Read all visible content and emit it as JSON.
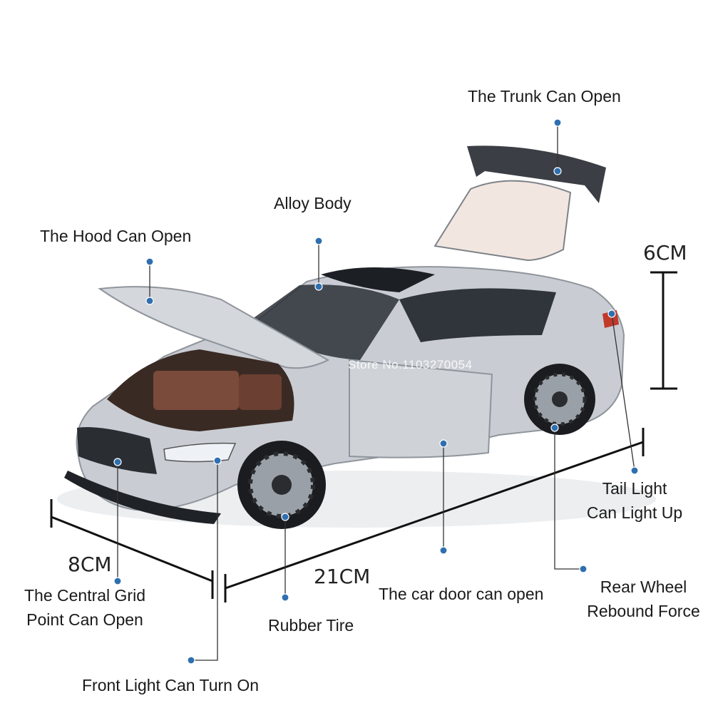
{
  "labels": {
    "trunk": "The Trunk Can Open",
    "alloy_body": "Alloy Body",
    "hood": "The Hood Can Open",
    "tail_light_1": "Tail Light",
    "tail_light_2": "Can Light Up",
    "central_grid_1": "The Central Grid",
    "central_grid_2": "Point Can Open",
    "rubber_tire": "Rubber Tire",
    "car_door": "The car door can open",
    "rear_wheel_1": "Rear Wheel",
    "rear_wheel_2": "Rebound Force",
    "front_light": "Front Light Can Turn On"
  },
  "dimensions": {
    "height": "6CM",
    "width": "8CM",
    "length": "21CM"
  },
  "watermark": "Store No.1103270054",
  "colors": {
    "body": "#c9cdd3",
    "callout_line": "#333333",
    "callout_dot": "#2f6fb0"
  }
}
